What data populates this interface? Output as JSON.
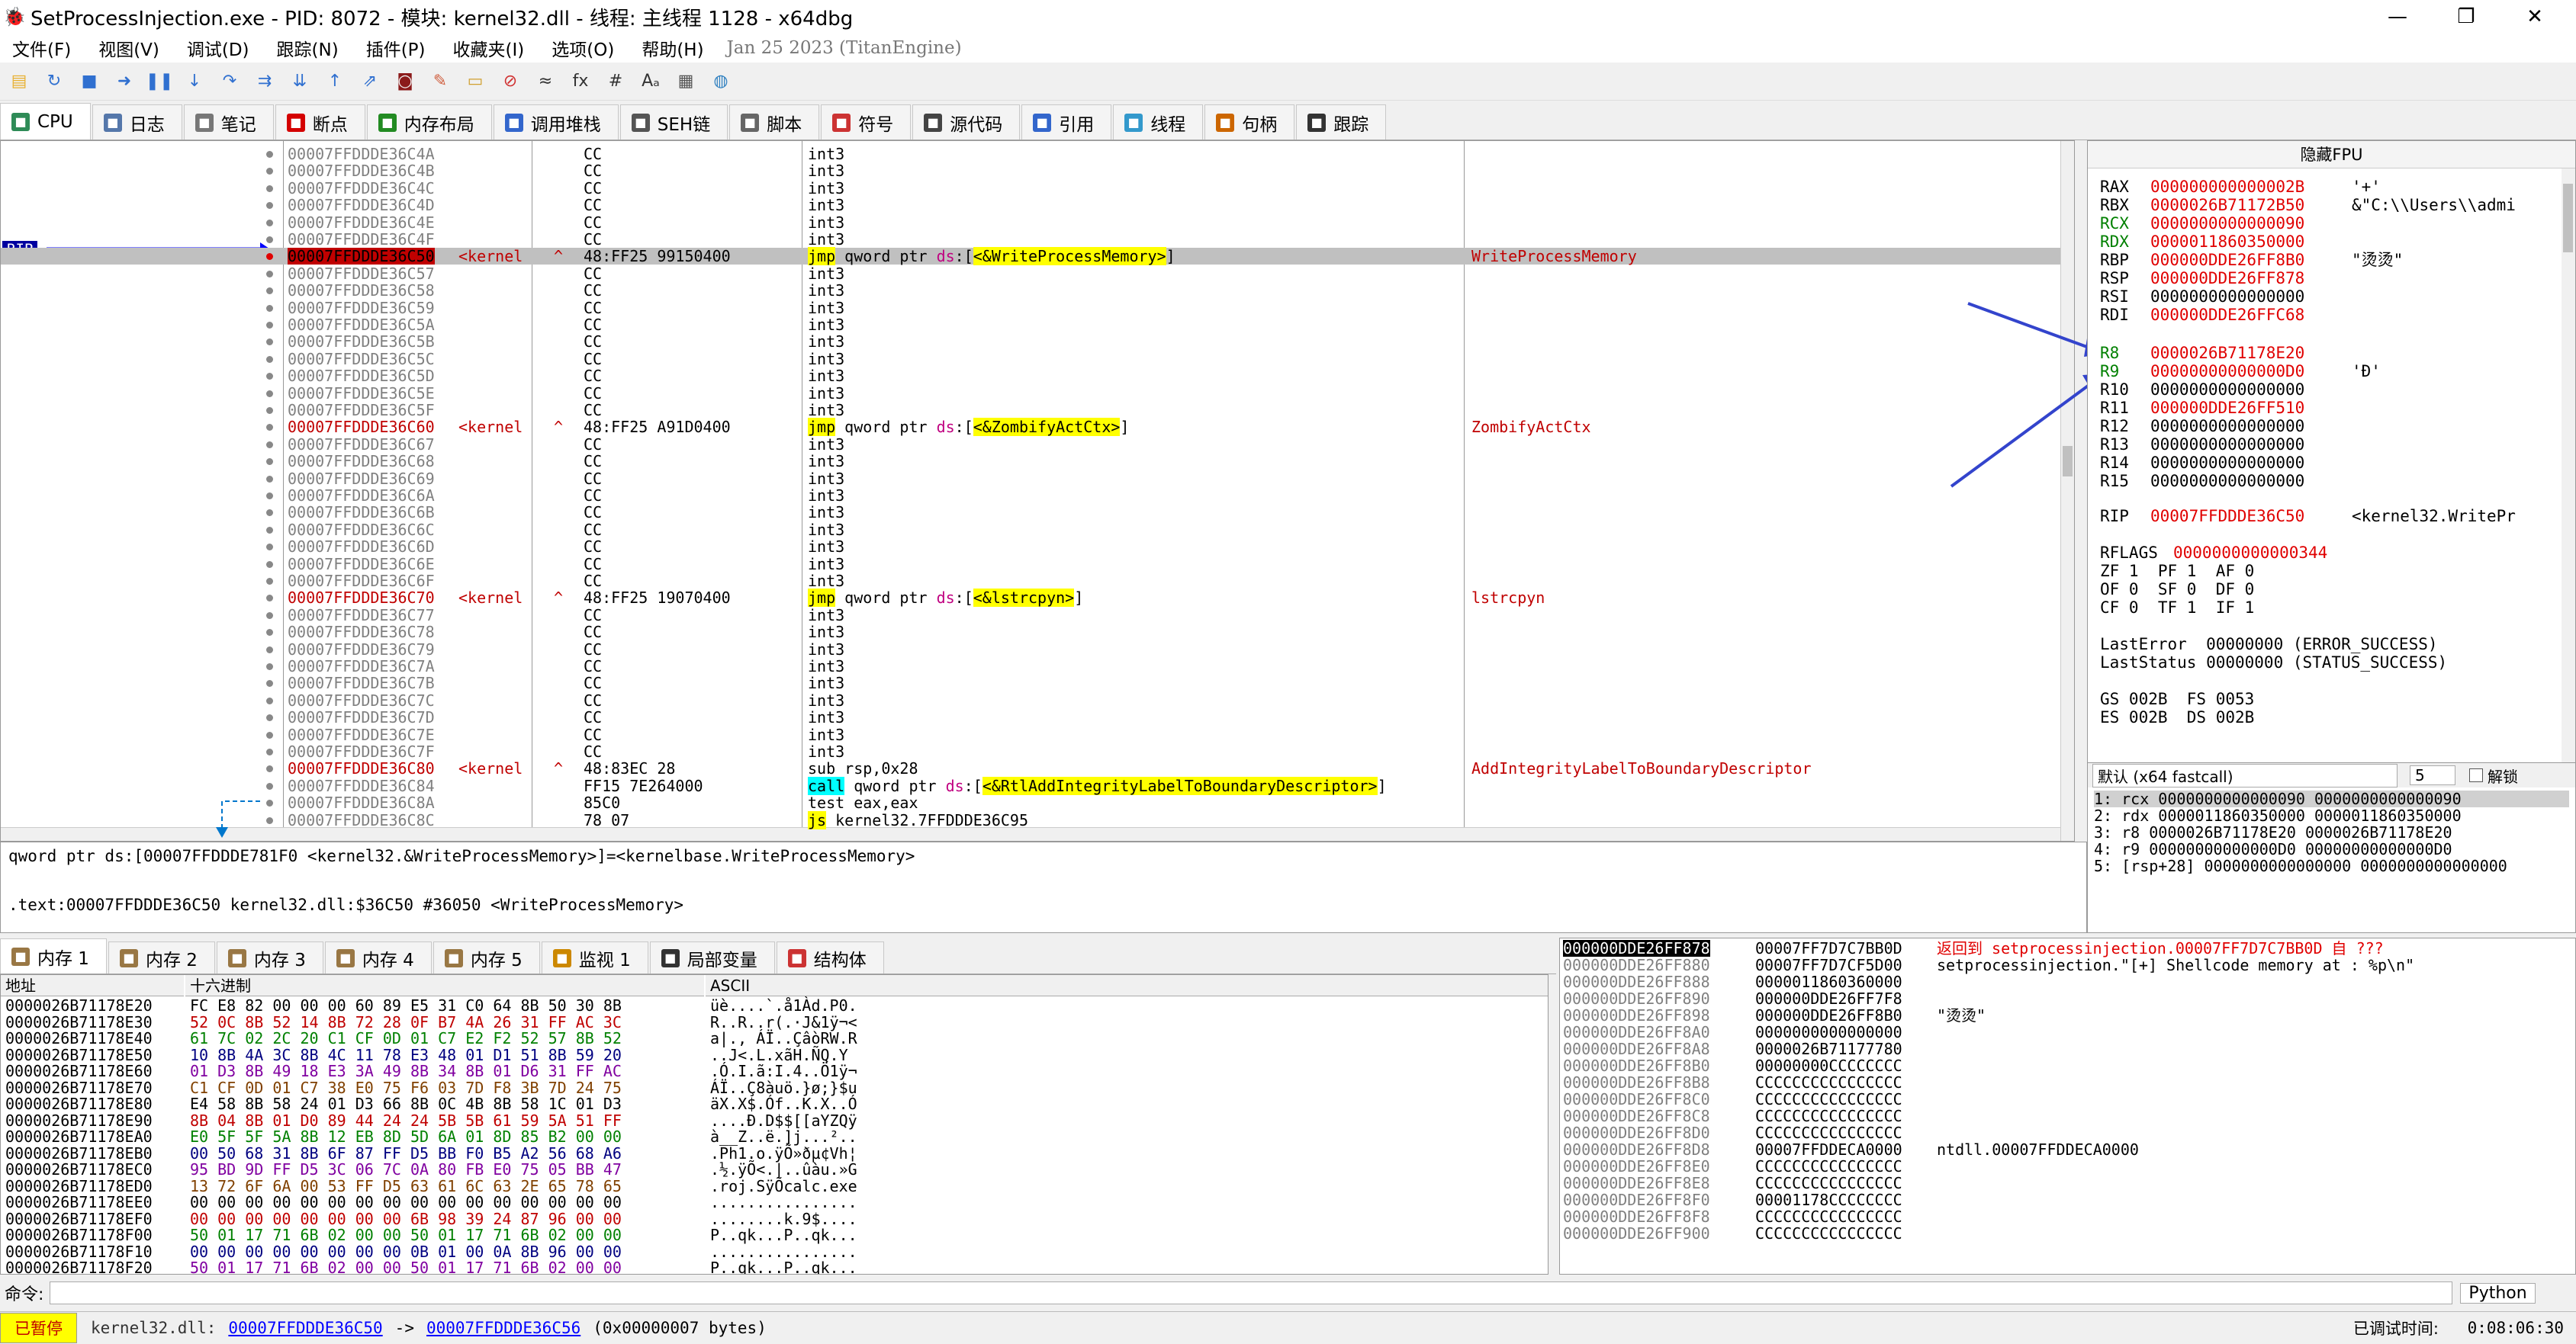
{
  "window": {
    "title": "SetProcessInjection.exe - PID: 8072 - 模块: kernel32.dll - 线程: 主线程 1128 - x64dbg",
    "minimize": "—",
    "maximize": "❐",
    "close": "✕"
  },
  "menu": [
    "文件(F)",
    "视图(V)",
    "调试(D)",
    "跟踪(N)",
    "插件(P)",
    "收藏夹(I)",
    "选项(O)",
    "帮助(H)"
  ],
  "build_date": "Jan 25 2023 (TitanEngine)",
  "toolbar_icons": [
    "open-icon",
    "restart-icon",
    "stop-icon",
    "run-icon",
    "pause-icon",
    "step-into-icon",
    "step-over-icon",
    "trace-into-icon",
    "trace-over-icon",
    "execute-till-return-icon",
    "run-to-user-code-icon",
    "scylla-icon",
    "comment-icon",
    "label-icon",
    "bookmark-icon",
    "function-icon",
    "fx-icon",
    "hash-icon",
    "strings-icon",
    "calculator-icon",
    "globe-icon"
  ],
  "tabs": [
    {
      "label": "CPU",
      "color": "#2e8b57"
    },
    {
      "label": "日志",
      "color": "#5577aa"
    },
    {
      "label": "笔记",
      "color": "#777777"
    },
    {
      "label": "断点",
      "color": "#d40000"
    },
    {
      "label": "内存布局",
      "color": "#228b22"
    },
    {
      "label": "调用堆栈",
      "color": "#3366cc"
    },
    {
      "label": "SEH链",
      "color": "#555555"
    },
    {
      "label": "脚本",
      "color": "#666666"
    },
    {
      "label": "符号",
      "color": "#cc3333"
    },
    {
      "label": "源代码",
      "color": "#444444"
    },
    {
      "label": "引用",
      "color": "#3366cc"
    },
    {
      "label": "线程",
      "color": "#3399cc"
    },
    {
      "label": "句柄",
      "color": "#cc6600"
    },
    {
      "label": "跟踪",
      "color": "#333333"
    }
  ],
  "disasm": {
    "rip_label": "RIP",
    "rows": [
      {
        "addr": "00007FFDDDE36C4A",
        "bytes": "CC",
        "instr": "int3"
      },
      {
        "addr": "00007FFDDDE36C4B",
        "bytes": "CC",
        "instr": "int3"
      },
      {
        "addr": "00007FFDDDE36C4C",
        "bytes": "CC",
        "instr": "int3"
      },
      {
        "addr": "00007FFDDDE36C4D",
        "bytes": "CC",
        "instr": "int3"
      },
      {
        "addr": "00007FFDDDE36C4E",
        "bytes": "CC",
        "instr": "int3"
      },
      {
        "addr": "00007FFDDDE36C4F",
        "bytes": "CC",
        "instr": "int3"
      },
      {
        "addr": "00007FFDDDE36C50",
        "mod": "<kernel",
        "bytes": "48:FF25 99150400",
        "instr": "jmp qword ptr ds:[<&WriteProcessMemory>]",
        "cmt": "WriteProcessMemory",
        "sel": true
      },
      {
        "addr": "00007FFDDDE36C57",
        "bytes": "CC",
        "instr": "int3"
      },
      {
        "addr": "00007FFDDDE36C58",
        "bytes": "CC",
        "instr": "int3"
      },
      {
        "addr": "00007FFDDDE36C59",
        "bytes": "CC",
        "instr": "int3"
      },
      {
        "addr": "00007FFDDDE36C5A",
        "bytes": "CC",
        "instr": "int3"
      },
      {
        "addr": "00007FFDDDE36C5B",
        "bytes": "CC",
        "instr": "int3"
      },
      {
        "addr": "00007FFDDDE36C5C",
        "bytes": "CC",
        "instr": "int3"
      },
      {
        "addr": "00007FFDDDE36C5D",
        "bytes": "CC",
        "instr": "int3"
      },
      {
        "addr": "00007FFDDDE36C5E",
        "bytes": "CC",
        "instr": "int3"
      },
      {
        "addr": "00007FFDDDE36C5F",
        "bytes": "CC",
        "instr": "int3"
      },
      {
        "addr": "00007FFDDDE36C60",
        "mod": "<kernel",
        "bytes": "48:FF25 A91D0400",
        "instr": "jmp qword ptr ds:[<&ZombifyActCtx>]",
        "cmt": "ZombifyActCtx"
      },
      {
        "addr": "00007FFDDDE36C67",
        "bytes": "CC",
        "instr": "int3"
      },
      {
        "addr": "00007FFDDDE36C68",
        "bytes": "CC",
        "instr": "int3"
      },
      {
        "addr": "00007FFDDDE36C69",
        "bytes": "CC",
        "instr": "int3"
      },
      {
        "addr": "00007FFDDDE36C6A",
        "bytes": "CC",
        "instr": "int3"
      },
      {
        "addr": "00007FFDDDE36C6B",
        "bytes": "CC",
        "instr": "int3"
      },
      {
        "addr": "00007FFDDDE36C6C",
        "bytes": "CC",
        "instr": "int3"
      },
      {
        "addr": "00007FFDDDE36C6D",
        "bytes": "CC",
        "instr": "int3"
      },
      {
        "addr": "00007FFDDDE36C6E",
        "bytes": "CC",
        "instr": "int3"
      },
      {
        "addr": "00007FFDDDE36C6F",
        "bytes": "CC",
        "instr": "int3"
      },
      {
        "addr": "00007FFDDDE36C70",
        "mod": "<kernel",
        "bytes": "48:FF25 19070400",
        "instr": "jmp qword ptr ds:[<&lstrcpyn>]",
        "cmt": "lstrcpyn"
      },
      {
        "addr": "00007FFDDDE36C77",
        "bytes": "CC",
        "instr": "int3"
      },
      {
        "addr": "00007FFDDDE36C78",
        "bytes": "CC",
        "instr": "int3"
      },
      {
        "addr": "00007FFDDDE36C79",
        "bytes": "CC",
        "instr": "int3"
      },
      {
        "addr": "00007FFDDDE36C7A",
        "bytes": "CC",
        "instr": "int3"
      },
      {
        "addr": "00007FFDDDE36C7B",
        "bytes": "CC",
        "instr": "int3"
      },
      {
        "addr": "00007FFDDDE36C7C",
        "bytes": "CC",
        "instr": "int3"
      },
      {
        "addr": "00007FFDDDE36C7D",
        "bytes": "CC",
        "instr": "int3"
      },
      {
        "addr": "00007FFDDDE36C7E",
        "bytes": "CC",
        "instr": "int3"
      },
      {
        "addr": "00007FFDDDE36C7F",
        "bytes": "CC",
        "instr": "int3"
      },
      {
        "addr": "00007FFDDDE36C80",
        "mod": "<kernel",
        "bytes": "48:83EC 28",
        "instr": "sub rsp,0x28",
        "cmt": "AddIntegrityLabelToBoundaryDescriptor"
      },
      {
        "addr": "00007FFDDDE36C84",
        "bytes": "FF15 7E264000",
        "instr": "call qword ptr ds:[<&RtlAddIntegrityLabelToBoundaryDescriptor>]"
      },
      {
        "addr": "00007FFDDDE36C8A",
        "bytes": "85C0",
        "instr": "test eax,eax"
      },
      {
        "addr": "00007FFDDDE36C8C",
        "bytes": "78 07",
        "instr": "js kernel32.7FFDDDE36C95"
      }
    ]
  },
  "registers": {
    "header": "隐藏FPU",
    "gp": [
      {
        "name": "RAX",
        "val": "000000000000002B",
        "cmt": "'+'"
      },
      {
        "name": "RBX",
        "val": "0000026B71172B50",
        "cmt": "&\"C:\\\\Users\\\\admi"
      },
      {
        "name": "RCX",
        "val": "0000000000000090",
        "cmt": ""
      },
      {
        "name": "RDX",
        "val": "0000011860350000",
        "cmt": ""
      },
      {
        "name": "RBP",
        "val": "000000DDE26FF8B0",
        "cmt": "\"烫烫\""
      },
      {
        "name": "RSP",
        "val": "000000DDE26FF878",
        "cmt": ""
      },
      {
        "name": "RSI",
        "val": "0000000000000000",
        "cmt": ""
      },
      {
        "name": "RDI",
        "val": "000000DDE26FFC68",
        "cmt": ""
      }
    ],
    "ext": [
      {
        "name": "R8",
        "val": "0000026B71178E20",
        "cmt": ""
      },
      {
        "name": "R9",
        "val": "00000000000000D0",
        "cmt": "'Ð'"
      },
      {
        "name": "R10",
        "val": "0000000000000000",
        "cmt": ""
      },
      {
        "name": "R11",
        "val": "000000DDE26FF510",
        "cmt": ""
      },
      {
        "name": "R12",
        "val": "0000000000000000",
        "cmt": ""
      },
      {
        "name": "R13",
        "val": "0000000000000000",
        "cmt": ""
      },
      {
        "name": "R14",
        "val": "0000000000000000",
        "cmt": ""
      },
      {
        "name": "R15",
        "val": "0000000000000000",
        "cmt": ""
      }
    ],
    "rip": {
      "name": "RIP",
      "val": "00007FFDDDE36C50",
      "cmt": "<kernel32.WritePr"
    },
    "rflags": {
      "name": "RFLAGS",
      "val": "0000000000000344"
    },
    "flags": [
      "ZF 1  PF 1  AF 0",
      "OF 0  SF 0  DF 0",
      "CF 0  TF 1  IF 1"
    ],
    "last_error": "LastError  00000000 (ERROR_SUCCESS)",
    "last_status": "LastStatus 00000000 (STATUS_SUCCESS)",
    "segs": [
      "GS 002B  FS 0053",
      "ES 002B  DS 002B"
    ]
  },
  "callconv": {
    "select": "默认 (x64 fastcall)",
    "count": "5",
    "unlock": "解锁"
  },
  "args": [
    "1: rcx 0000000000000090 0000000000000090",
    "2: rdx 0000011860350000 0000011860350000",
    "3: r8 0000026B71178E20 0000026B71178E20",
    "4: r9 00000000000000D0 00000000000000D0",
    "5: [rsp+28] 0000000000000000 0000000000000000"
  ],
  "info_lines": [
    "qword ptr ds:[00007FFDDDE781F0 <kernel32.&WriteProcessMemory>]=<kernelbase.WriteProcessMemory>",
    "",
    ".text:00007FFDDDE36C50 kernel32.dll:$36C50 #36050 <WriteProcessMemory>"
  ],
  "bottom_tabs": [
    "内存 1",
    "内存 2",
    "内存 3",
    "内存 4",
    "内存 5",
    "监视 1",
    "局部变量",
    "结构体"
  ],
  "dump": {
    "headers": {
      "addr": "地址",
      "hex": "十六进制",
      "ascii": "ASCII"
    },
    "rows": [
      {
        "a": "0000026B71178E20",
        "h": "FC E8 82 00 00 00 60 89 E5 31 C0 64 8B 50 30 8B",
        "s": "üè....`.å1Àd.P0."
      },
      {
        "a": "0000026B71178E30",
        "h": "52 0C 8B 52 14 8B 72 28 0F B7 4A 26 31 FF AC 3C",
        "s": "R..R..r(.·J&1ÿ¬<"
      },
      {
        "a": "0000026B71178E40",
        "h": "61 7C 02 2C 20 C1 CF 0D 01 C7 E2 F2 52 57 8B 52",
        "s": "a|., ÁÏ..ÇâòRW.R"
      },
      {
        "a": "0000026B71178E50",
        "h": "10 8B 4A 3C 8B 4C 11 78 E3 48 01 D1 51 8B 59 20",
        "s": "..J<.L.xãH.ÑQ.Y "
      },
      {
        "a": "0000026B71178E60",
        "h": "01 D3 8B 49 18 E3 3A 49 8B 34 8B 01 D6 31 FF AC",
        "s": ".Ó.I.ã:I.4..Ö1ÿ¬"
      },
      {
        "a": "0000026B71178E70",
        "h": "C1 CF 0D 01 C7 38 E0 75 F6 03 7D F8 3B 7D 24 75",
        "s": "ÁÏ..Ç8àuö.}ø;}$u"
      },
      {
        "a": "0000026B71178E80",
        "h": "E4 58 8B 58 24 01 D3 66 8B 0C 4B 8B 58 1C 01 D3",
        "s": "äX.X$.Óf..K.X..Ó"
      },
      {
        "a": "0000026B71178E90",
        "h": "8B 04 8B 01 D0 89 44 24 24 5B 5B 61 59 5A 51 FF",
        "s": "....Ð.D$$[[aYZQÿ"
      },
      {
        "a": "0000026B71178EA0",
        "h": "E0 5F 5F 5A 8B 12 EB 8D 5D 6A 01 8D 85 B2 00 00",
        "s": "à__Z..ë.]j...².."
      },
      {
        "a": "0000026B71178EB0",
        "h": "00 50 68 31 8B 6F 87 FF D5 BB F0 B5 A2 56 68 A6",
        "s": ".Ph1.o.ÿÕ»ðµ¢Vh¦"
      },
      {
        "a": "0000026B71178EC0",
        "h": "95 BD 9D FF D5 3C 06 7C 0A 80 FB E0 75 05 BB 47",
        "s": ".½.ÿÕ<.|..ûàu.»G"
      },
      {
        "a": "0000026B71178ED0",
        "h": "13 72 6F 6A 00 53 FF D5 63 61 6C 63 2E 65 78 65",
        "s": ".roj.SÿÕcalc.exe"
      },
      {
        "a": "0000026B71178EE0",
        "h": "00 00 00 00 00 00 00 00 00 00 00 00 00 00 00 00",
        "s": "................"
      },
      {
        "a": "0000026B71178EF0",
        "h": "00 00 00 00 00 00 00 00 6B 98 39 24 87 96 00 00",
        "s": "........k.9$...."
      },
      {
        "a": "0000026B71178F00",
        "h": "50 01 17 71 6B 02 00 00 50 01 17 71 6B 02 00 00",
        "s": "P..qk...P..qk..."
      },
      {
        "a": "0000026B71178F10",
        "h": "00 00 00 00 00 00 00 00 0B 01 00 0A 8B 96 00 00",
        "s": "................"
      },
      {
        "a": "0000026B71178F20",
        "h": "50 01 17 71 6B 02 00 00 50 01 17 71 6B 02 00 00",
        "s": "P..qk...P..qk..."
      }
    ]
  },
  "stack": {
    "rows": [
      {
        "a": "000000DDE26FF878",
        "v": "00007FF7D7C7BB0D",
        "c": "返回到 setprocessinjection.00007FF7D7C7BB0D 自 ???",
        "sel": true
      },
      {
        "a": "000000DDE26FF880",
        "v": "00007FF7D7CF5D00",
        "c": "setprocessinjection.\"[+] Shellcode memory at : %p\\n\""
      },
      {
        "a": "000000DDE26FF888",
        "v": "0000011860360000",
        "c": ""
      },
      {
        "a": "000000DDE26FF890",
        "v": "000000DDE26FF7F8",
        "c": ""
      },
      {
        "a": "000000DDE26FF898",
        "v": "000000DDE26FF8B0",
        "c": "\"烫烫\""
      },
      {
        "a": "000000DDE26FF8A0",
        "v": "0000000000000000",
        "c": ""
      },
      {
        "a": "000000DDE26FF8A8",
        "v": "0000026B71177780",
        "c": ""
      },
      {
        "a": "000000DDE26FF8B0",
        "v": "00000000CCCCCCCC",
        "c": ""
      },
      {
        "a": "000000DDE26FF8B8",
        "v": "CCCCCCCCCCCCCCCC",
        "c": ""
      },
      {
        "a": "000000DDE26FF8C0",
        "v": "CCCCCCCCCCCCCCCC",
        "c": ""
      },
      {
        "a": "000000DDE26FF8C8",
        "v": "CCCCCCCCCCCCCCCC",
        "c": ""
      },
      {
        "a": "000000DDE26FF8D0",
        "v": "CCCCCCCCCCCCCCCC",
        "c": ""
      },
      {
        "a": "000000DDE26FF8D8",
        "v": "00007FFDDECA0000",
        "c": "ntdll.00007FFDDECA0000"
      },
      {
        "a": "000000DDE26FF8E0",
        "v": "CCCCCCCCCCCCCCCC",
        "c": ""
      },
      {
        "a": "000000DDE26FF8E8",
        "v": "CCCCCCCCCCCCCCCC",
        "c": ""
      },
      {
        "a": "000000DDE26FF8F0",
        "v": "00001178CCCCCCCC",
        "c": ""
      },
      {
        "a": "000000DDE26FF8F8",
        "v": "CCCCCCCCCCCCCCCC",
        "c": ""
      },
      {
        "a": "000000DDE26FF900",
        "v": "CCCCCCCCCCCCCCCC",
        "c": ""
      }
    ]
  },
  "command": {
    "label": "命令:",
    "lang": "Python"
  },
  "status": {
    "state": "已暂停",
    "module": "kernel32.dll:",
    "from": "00007FFDDDE36C50",
    "arrow": "->",
    "to": "00007FFDDDE36C56",
    "size": "(0x00000007 bytes)",
    "time_label": "已调试时间:",
    "time": "0:08:06:30"
  },
  "colors": {
    "accent": "#0000ff",
    "paused": "#ffff00",
    "changed": "#e00000"
  }
}
